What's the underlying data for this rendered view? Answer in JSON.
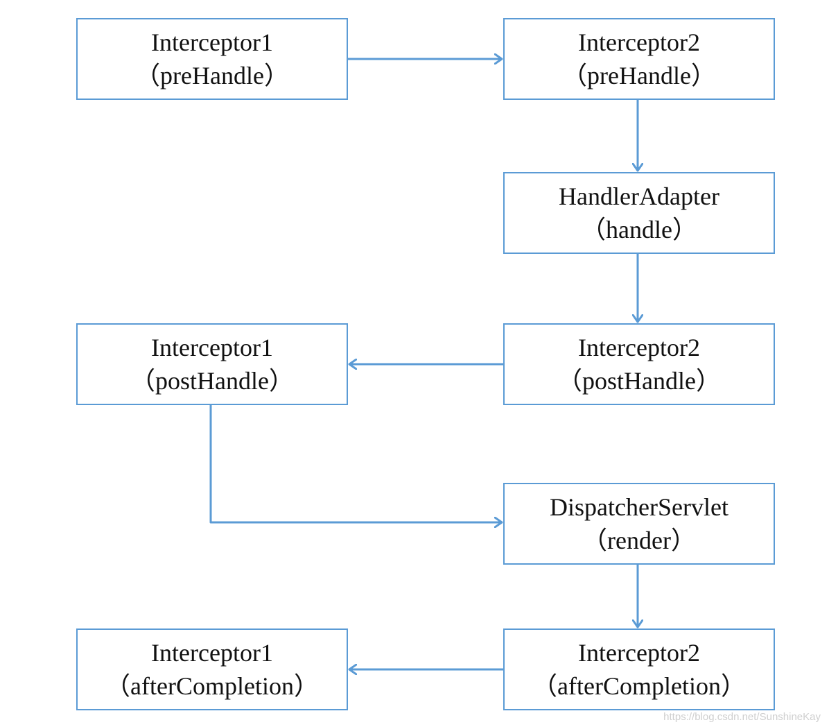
{
  "colors": {
    "box_border": "#5b9bd5",
    "arrow": "#5b9bd5",
    "text": "#111111",
    "watermark": "#cfcfcf"
  },
  "nodes": [
    {
      "id": "n1",
      "line1": "Interceptor1",
      "line2": "（preHandle）"
    },
    {
      "id": "n2",
      "line1": "Interceptor2",
      "line2": "（preHandle）"
    },
    {
      "id": "n3",
      "line1": "HandlerAdapter",
      "line2": "（handle）"
    },
    {
      "id": "n4",
      "line1": "Interceptor2",
      "line2": "（postHandle）"
    },
    {
      "id": "n5",
      "line1": "Interceptor1",
      "line2": "（postHandle）"
    },
    {
      "id": "n6",
      "line1": "DispatcherServlet",
      "line2": "（render）"
    },
    {
      "id": "n7",
      "line1": "Interceptor2",
      "line2": "（afterCompletion）"
    },
    {
      "id": "n8",
      "line1": "Interceptor1",
      "line2": "（afterCompletion）"
    }
  ],
  "edges": [
    {
      "from": "n1",
      "to": "n2"
    },
    {
      "from": "n2",
      "to": "n3"
    },
    {
      "from": "n3",
      "to": "n4"
    },
    {
      "from": "n4",
      "to": "n5"
    },
    {
      "from": "n5",
      "to": "n6"
    },
    {
      "from": "n6",
      "to": "n7"
    },
    {
      "from": "n7",
      "to": "n8"
    }
  ],
  "watermark": "https://blog.csdn.net/SunshineKay"
}
